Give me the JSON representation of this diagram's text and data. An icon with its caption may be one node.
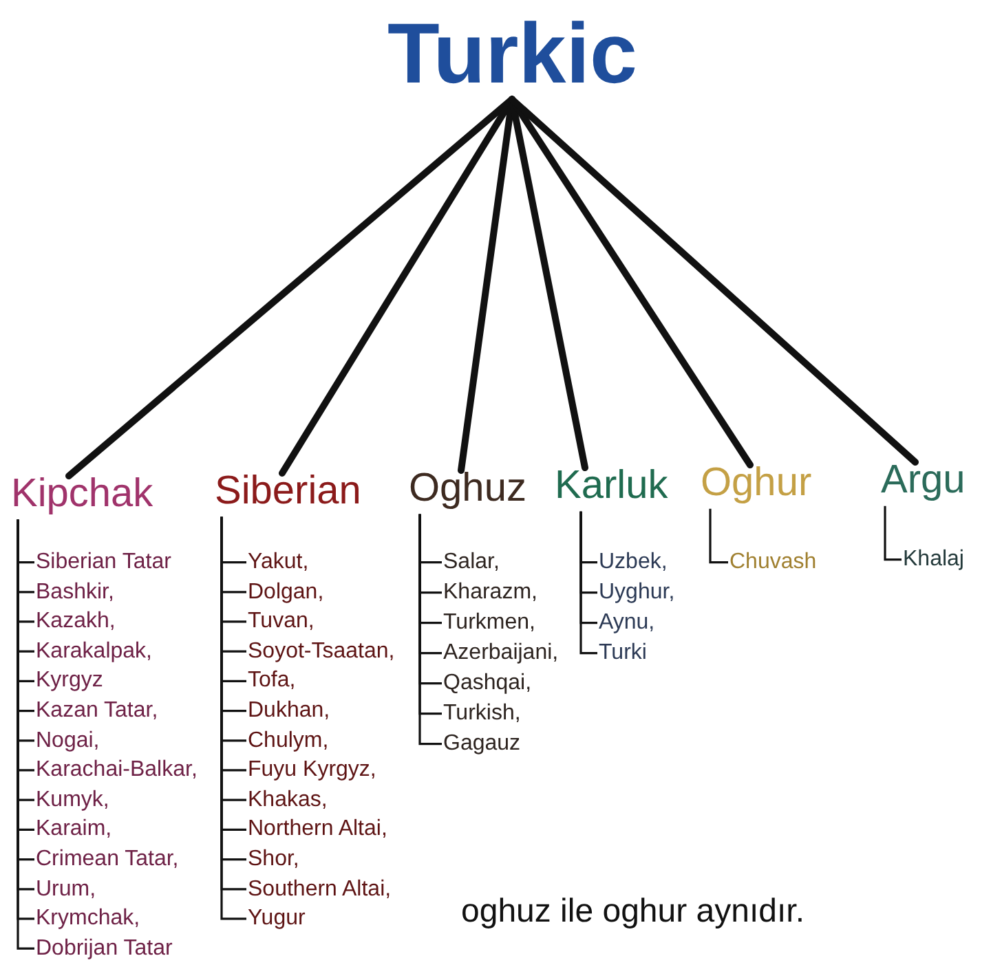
{
  "diagram": {
    "nodes": [
      {
        "text": [
          "Turkic"
        ]
      },
      {
        "text": [
          "Kipchak"
        ]
      },
      {
        "text": [
          "Siberian"
        ]
      },
      {
        "text": [
          "Oghuz"
        ]
      },
      {
        "text": [
          "Karluk"
        ]
      },
      {
        "text": [
          "Oghur"
        ]
      },
      {
        "text": [
          "Argu"
        ]
      },
      {
        "text": [
          "Siberian Tatar"
        ]
      },
      {
        "text": [
          "Bashkir,"
        ]
      },
      {
        "text": [
          "Kazakh,"
        ]
      },
      {
        "text": [
          "Karakalpak,"
        ]
      },
      {
        "text": [
          "Kyrgyz"
        ]
      },
      {
        "text": [
          "Kazan Tatar,"
        ]
      },
      {
        "text": [
          "Nogai,"
        ]
      },
      {
        "text": [
          "Karachai-Balkar,"
        ]
      },
      {
        "text": [
          "Kumyk,"
        ]
      },
      {
        "text": [
          "Karaim,"
        ]
      },
      {
        "text": [
          "Crimean Tatar,"
        ]
      },
      {
        "text": [
          "Urum,"
        ]
      },
      {
        "text": [
          "Krymchak,"
        ]
      },
      {
        "text": [
          "Dobrijan Tatar"
        ]
      },
      {
        "text": [
          "Yakut,"
        ]
      },
      {
        "text": [
          "Dolgan,"
        ]
      },
      {
        "text": [
          "Tuvan,"
        ]
      },
      {
        "text": [
          "Soyot-Tsaatan,"
        ]
      },
      {
        "text": [
          "Tofa,"
        ]
      },
      {
        "text": [
          "Dukhan,"
        ]
      },
      {
        "text": [
          "Chulym,"
        ]
      },
      {
        "text": [
          "Fuyu Kyrgyz,"
        ]
      },
      {
        "text": [
          "Khakas,"
        ]
      },
      {
        "text": [
          "Northern Altai,"
        ]
      },
      {
        "text": [
          "Shor,"
        ]
      },
      {
        "text": [
          "Southern Altai,"
        ]
      },
      {
        "text": [
          "Yugur"
        ]
      },
      {
        "text": [
          "Salar,"
        ]
      },
      {
        "text": [
          "Kharazm,"
        ]
      },
      {
        "text": [
          "Turkmen,"
        ]
      },
      {
        "text": [
          "Azerbaijani,"
        ]
      },
      {
        "text": [
          "Qashqai,"
        ]
      },
      {
        "text": [
          "Turkish,"
        ]
      },
      {
        "text": [
          "Gagauz"
        ]
      },
      {
        "text": [
          "Uzbek,"
        ]
      },
      {
        "text": [
          "Uyghur,"
        ]
      },
      {
        "text": [
          "Aynu,"
        ]
      },
      {
        "text": [
          "Turki"
        ]
      },
      {
        "text": [
          "Chuvash"
        ]
      },
      {
        "text": [
          "Khalaj"
        ]
      }
    ],
    "edges": [
      {
        "from": 0,
        "to": 1,
        "arrow": "none",
        "style": "thick"
      },
      {
        "from": 0,
        "to": 2,
        "arrow": "none",
        "style": "thick"
      },
      {
        "from": 0,
        "to": 3,
        "arrow": "none",
        "style": "thick"
      },
      {
        "from": 0,
        "to": 4,
        "arrow": "none",
        "style": "thick"
      },
      {
        "from": 0,
        "to": 5,
        "arrow": "none",
        "style": "thick"
      },
      {
        "from": 0,
        "to": 6,
        "arrow": "none",
        "style": "thick"
      },
      {
        "from": 1,
        "to": 7,
        "arrow": "none"
      },
      {
        "from": 1,
        "to": 8,
        "arrow": "none"
      },
      {
        "from": 1,
        "to": 9,
        "arrow": "none"
      },
      {
        "from": 1,
        "to": 10,
        "arrow": "none"
      },
      {
        "from": 1,
        "to": 11,
        "arrow": "none"
      },
      {
        "from": 1,
        "to": 12,
        "arrow": "none"
      },
      {
        "from": 1,
        "to": 13,
        "arrow": "none"
      },
      {
        "from": 1,
        "to": 14,
        "arrow": "none"
      },
      {
        "from": 1,
        "to": 15,
        "arrow": "none"
      },
      {
        "from": 1,
        "to": 16,
        "arrow": "none"
      },
      {
        "from": 1,
        "to": 17,
        "arrow": "none"
      },
      {
        "from": 1,
        "to": 18,
        "arrow": "none"
      },
      {
        "from": 1,
        "to": 19,
        "arrow": "none"
      },
      {
        "from": 1,
        "to": 20,
        "arrow": "none"
      },
      {
        "from": 2,
        "to": 21,
        "arrow": "none"
      },
      {
        "from": 2,
        "to": 22,
        "arrow": "none"
      },
      {
        "from": 2,
        "to": 23,
        "arrow": "none"
      },
      {
        "from": 2,
        "to": 24,
        "arrow": "none"
      },
      {
        "from": 2,
        "to": 25,
        "arrow": "none"
      },
      {
        "from": 2,
        "to": 26,
        "arrow": "none"
      },
      {
        "from": 2,
        "to": 27,
        "arrow": "none"
      },
      {
        "from": 2,
        "to": 28,
        "arrow": "none"
      },
      {
        "from": 2,
        "to": 29,
        "arrow": "none"
      },
      {
        "from": 2,
        "to": 30,
        "arrow": "none"
      },
      {
        "from": 2,
        "to": 31,
        "arrow": "none"
      },
      {
        "from": 2,
        "to": 32,
        "arrow": "none"
      },
      {
        "from": 2,
        "to": 33,
        "arrow": "none"
      },
      {
        "from": 3,
        "to": 34,
        "arrow": "none"
      },
      {
        "from": 3,
        "to": 35,
        "arrow": "none"
      },
      {
        "from": 3,
        "to": 36,
        "arrow": "none"
      },
      {
        "from": 3,
        "to": 37,
        "arrow": "none"
      },
      {
        "from": 3,
        "to": 38,
        "arrow": "none"
      },
      {
        "from": 3,
        "to": 39,
        "arrow": "none"
      },
      {
        "from": 3,
        "to": 40,
        "arrow": "none"
      },
      {
        "from": 4,
        "to": 41,
        "arrow": "none"
      },
      {
        "from": 4,
        "to": 42,
        "arrow": "none"
      },
      {
        "from": 4,
        "to": 43,
        "arrow": "none"
      },
      {
        "from": 4,
        "to": 44,
        "arrow": "none"
      },
      {
        "from": 5,
        "to": 45,
        "arrow": "none"
      },
      {
        "from": 6,
        "to": 46,
        "arrow": "none"
      }
    ],
    "labels": [
      "oghuz ile oghur aynıdır."
    ]
  }
}
